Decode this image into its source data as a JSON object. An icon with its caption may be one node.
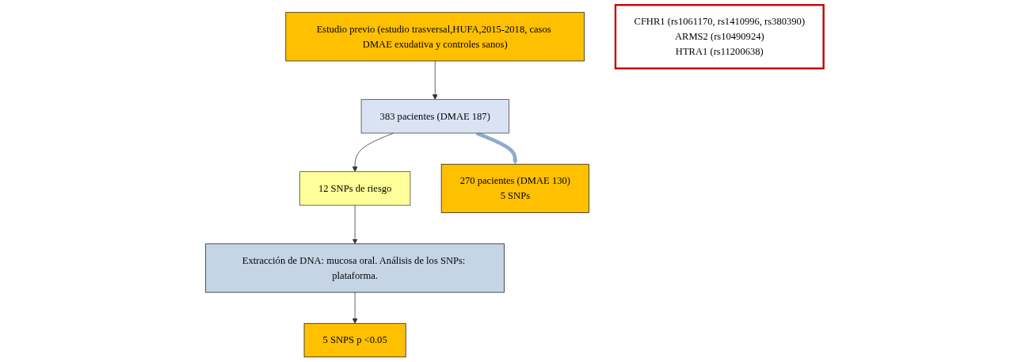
{
  "diagram": {
    "nodes": [
      {
        "text": [
          "Estudio previo (estudio trasversal,HUFA,2015-2018, casos DMAE exudativa y controles sanos)"
        ]
      },
      {
        "text": [
          "383 pacientes (DMAE 187)"
        ]
      },
      {
        "text": [
          "12 SNPs de riesgo"
        ]
      },
      {
        "text": [
          "Extracción de DNA: mucosa oral. Análisis de los SNPs: plataforma."
        ]
      },
      {
        "text": [
          "5 SNPS p <0.05"
        ]
      },
      {
        "text": [
          "270 pacientes (DMAE 130)",
          "5 SNPs"
        ]
      },
      {
        "text": [
          "CFHR1 (rs1061170, rs1410996, rs380390)",
          "ARMS2 (rs10490924)",
          "HTRA1 (rs11200638)"
        ]
      }
    ],
    "edges": [
      {
        "from": 0,
        "to": 1,
        "arrow": "to"
      },
      {
        "from": 1,
        "to": 2,
        "arrow": "to"
      },
      {
        "from": 2,
        "to": 3,
        "arrow": "to"
      },
      {
        "from": 3,
        "to": 4,
        "arrow": "to"
      },
      {
        "from": 1,
        "to": 5,
        "arrow": "to",
        "style": "thick",
        "color": "#8eaacc"
      }
    ]
  }
}
